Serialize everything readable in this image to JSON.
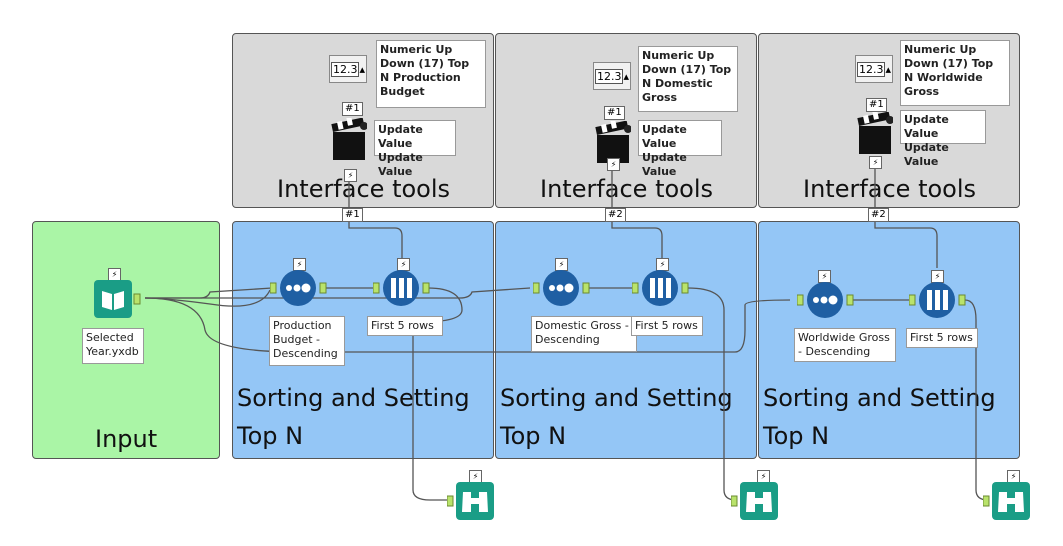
{
  "containers": {
    "interface": [
      "Interface tools",
      "Interface tools",
      "Interface tools"
    ],
    "sorting_line1": "Sorting and Setting",
    "sorting_line2": "Top N",
    "input": "Input"
  },
  "numeric_tools": [
    {
      "value": "12.3",
      "label": "Numeric Up Down (17) Top N Production Budget",
      "index_tag": "#1"
    },
    {
      "value": "12.3",
      "label": "Numeric Up Down (17) Top N Domestic Gross",
      "index_tag": "#1"
    },
    {
      "value": "12.3",
      "label": "Numeric Up Down (17) Top N Worldwide Gross",
      "index_tag": "#1"
    }
  ],
  "action_tools": [
    {
      "label_line1": "Update Value",
      "label_line2": "Update Value"
    },
    {
      "label_line1": "Update Value",
      "label_line2": "Update Value"
    },
    {
      "label_line1": "Update Value",
      "label_line2": "Update Value"
    }
  ],
  "connection_tags": [
    "#1",
    "#2",
    "#2"
  ],
  "input_tool": {
    "label": "Selected Year.yxdb"
  },
  "sort_tools": [
    {
      "label": "Production Budget - Descending"
    },
    {
      "label": "Domestic Gross - Descending"
    },
    {
      "label": "Worldwide Gross - Descending"
    }
  ],
  "sample_tools": [
    {
      "label": "First 5 rows"
    },
    {
      "label": "First 5 rows"
    },
    {
      "label": "First 5 rows"
    }
  ],
  "icons": {
    "bolt": "⚡",
    "input": "book-icon",
    "sort": "sort-icon",
    "sample": "sample-icon",
    "browse": "binoculars-icon",
    "action": "clapperboard-icon"
  },
  "colors": {
    "interface_bg": "#d9d9d9",
    "sorting_bg": "#94c6f6",
    "input_bg": "#aaf5a6",
    "tool_blue": "#1f5fa3",
    "tool_teal": "#1a9d86"
  }
}
